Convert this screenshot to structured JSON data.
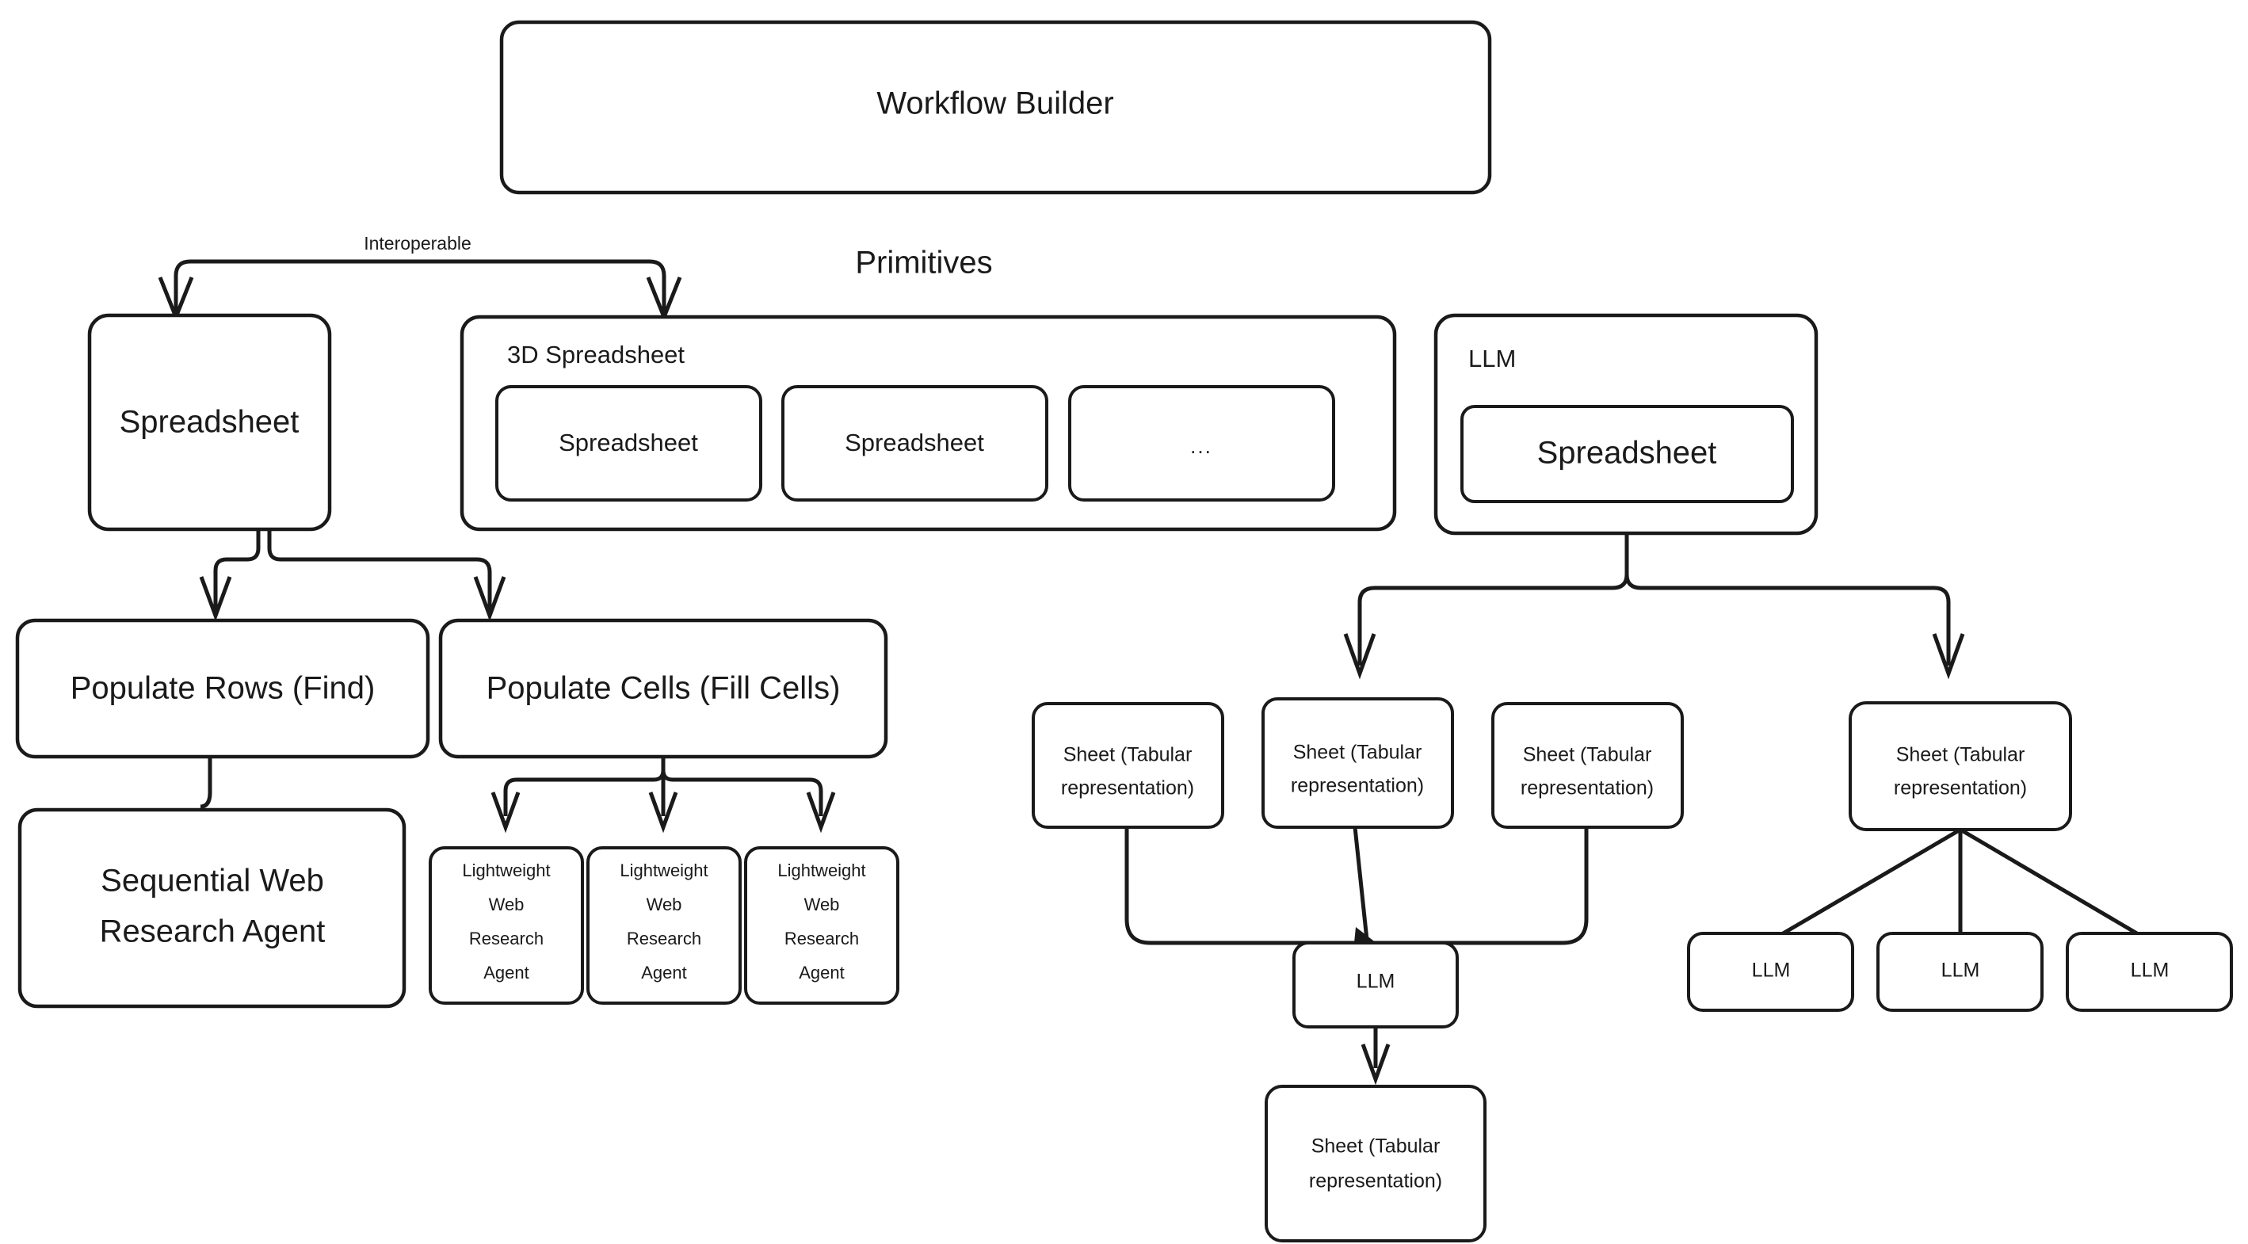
{
  "diagram": {
    "title": "Workflow Builder",
    "section_label": "Primitives",
    "edge_labels": {
      "interoperable": "Interoperable"
    },
    "nodes": {
      "workflow_builder": "Workflow Builder",
      "spreadsheet": "Spreadsheet",
      "three_d_spreadsheet_group": "3D Spreadsheet",
      "three_d_children": [
        "Spreadsheet",
        "Spreadsheet",
        "..."
      ],
      "llm_group": "LLM",
      "llm_group_child": "Spreadsheet",
      "populate_rows": "Populate Rows (Find)",
      "populate_cells": "Populate Cells (Fill Cells)",
      "sequential_agent": "Sequential Web Research Agent",
      "lightweight_agents": [
        "Lightweight Web Research Agent",
        "Lightweight Web Research Agent",
        "Lightweight Web Research Agent"
      ],
      "lightweight_agent_lines": [
        "Lightweight",
        "Web",
        "Research",
        "Agent"
      ],
      "sheets_middle": [
        "Sheet (Tabular representation)",
        "Sheet (Tabular representation)",
        "Sheet (Tabular representation)"
      ],
      "sheet_right": "Sheet (Tabular representation)",
      "sheet_line1": "Sheet (Tabular",
      "sheet_line2": "representation)",
      "llm_middle": "LLM",
      "sheet_output": "Sheet (Tabular representation)",
      "llm_leaves": [
        "LLM",
        "LLM",
        "LLM"
      ]
    },
    "colors": {
      "stroke": "#1a1a1a",
      "fill": "#ffffff",
      "background": "#ffffff"
    }
  }
}
